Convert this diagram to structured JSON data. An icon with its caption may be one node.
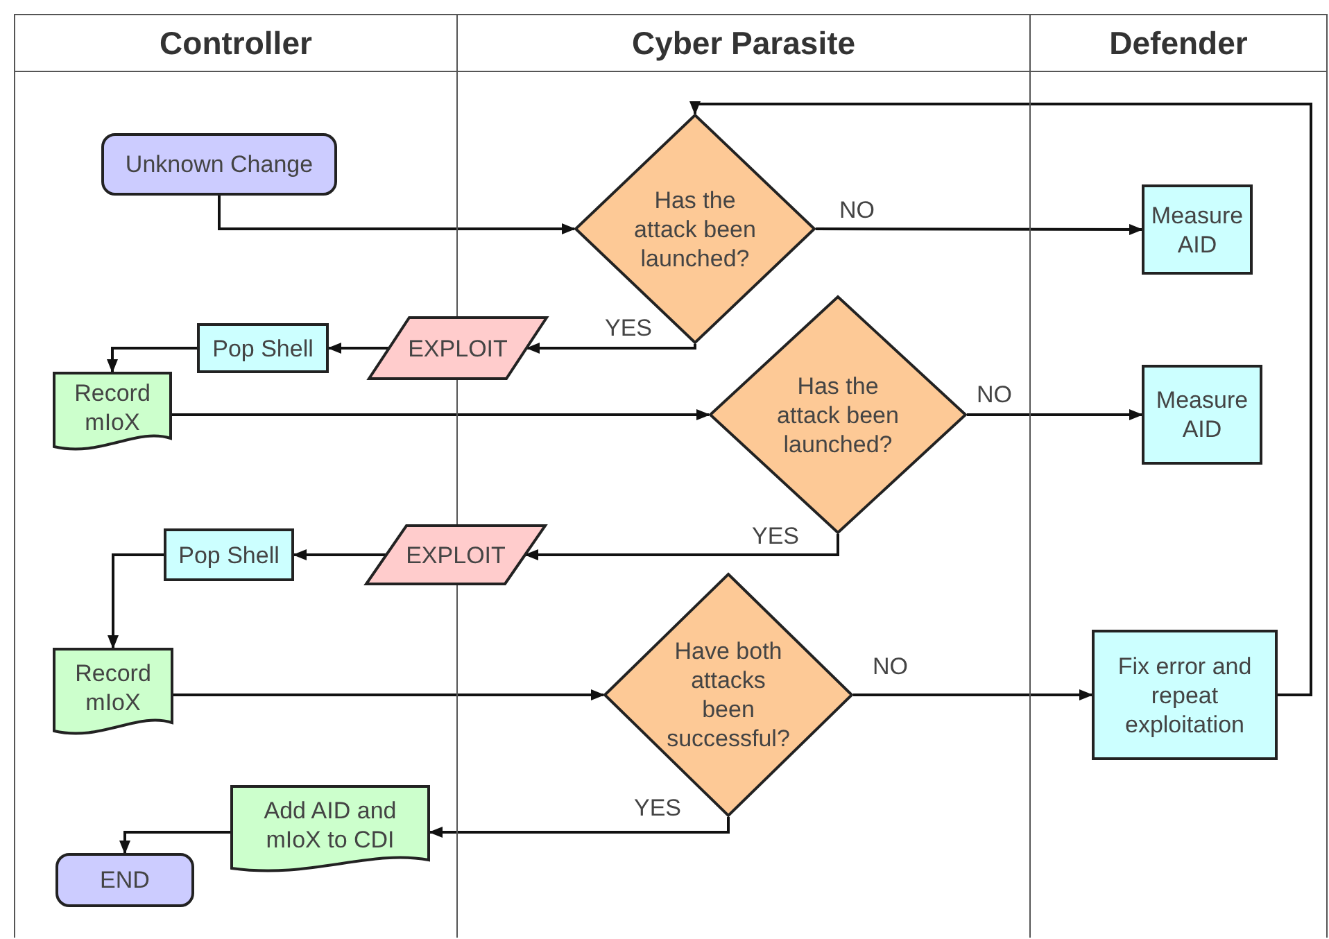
{
  "diagram": {
    "nodes": [
      {
        "text": [
          "Controller"
        ]
      },
      {
        "text": [
          "Cyber Parasite"
        ]
      },
      {
        "text": [
          "Defender"
        ]
      },
      {
        "text": [
          "Unknown Change"
        ],
        "in": 0
      },
      {
        "text": [
          "Has the attack been launched?"
        ],
        "in": 1
      },
      {
        "text": [
          "Measure AID"
        ],
        "in": 2
      },
      {
        "text": [
          "EXPLOIT"
        ]
      },
      {
        "text": [
          "Pop Shell"
        ],
        "in": 0
      },
      {
        "text": [
          "Record mIoX"
        ],
        "in": 0
      },
      {
        "text": [
          "Has the attack been launched?"
        ],
        "in": 1
      },
      {
        "text": [
          "Measure AID"
        ],
        "in": 2
      },
      {
        "text": [
          "EXPLOIT"
        ]
      },
      {
        "text": [
          "Pop Shell"
        ],
        "in": 0
      },
      {
        "text": [
          "Record mIoX"
        ],
        "in": 0
      },
      {
        "text": [
          "Have both attacks been successful?"
        ],
        "in": 1
      },
      {
        "text": [
          "Fix error and repeat exploitation"
        ],
        "in": 2
      },
      {
        "text": [
          "Add AID and mIoX to CDI"
        ],
        "in": 0
      },
      {
        "text": [
          "END"
        ],
        "in": 0
      }
    ],
    "edges": [
      {
        "from": 3,
        "to": 4,
        "arrow": "to"
      },
      {
        "from": 4,
        "to": 5,
        "arrow": "to",
        "label": "NO"
      },
      {
        "from": 4,
        "to": 6,
        "arrow": "to",
        "label": "YES"
      },
      {
        "from": 6,
        "to": 7,
        "arrow": "to"
      },
      {
        "from": 7,
        "to": 8,
        "arrow": "to"
      },
      {
        "from": 8,
        "to": 9,
        "arrow": "to"
      },
      {
        "from": 9,
        "to": 10,
        "arrow": "to",
        "label": "NO"
      },
      {
        "from": 9,
        "to": 11,
        "arrow": "to",
        "label": "YES"
      },
      {
        "from": 11,
        "to": 12,
        "arrow": "to"
      },
      {
        "from": 12,
        "to": 13,
        "arrow": "to"
      },
      {
        "from": 13,
        "to": 14,
        "arrow": "to"
      },
      {
        "from": 14,
        "to": 15,
        "arrow": "to",
        "label": "NO"
      },
      {
        "from": 14,
        "to": 16,
        "arrow": "to",
        "label": "YES"
      },
      {
        "from": 16,
        "to": 17,
        "arrow": "to"
      },
      {
        "from": 15,
        "to": 4,
        "arrow": "to"
      }
    ]
  }
}
